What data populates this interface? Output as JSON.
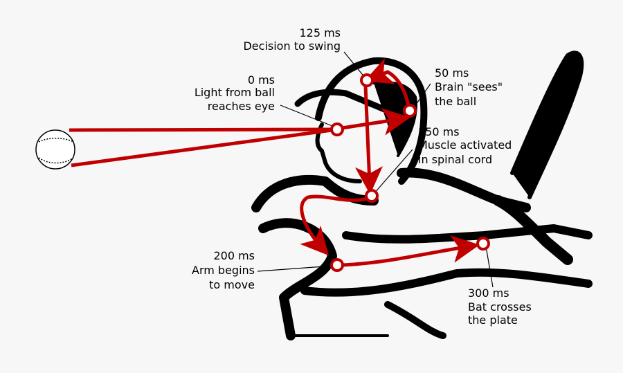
{
  "colors": {
    "background": "#f7f7f7",
    "signal_path": "#c00000",
    "silhouette": "#000000"
  },
  "labels": {
    "eye": {
      "time": "0 ms",
      "line1": "Light from ball",
      "line2": "reaches eye"
    },
    "brain": {
      "time": "50 ms",
      "line1": "Brain \"sees\"",
      "line2": "the ball"
    },
    "decision": {
      "time": "125 ms",
      "line1": "Decision to swing"
    },
    "spinal": {
      "time": "150 ms",
      "line1": "Muscle activated",
      "line2": "in spinal cord"
    },
    "arm": {
      "time": "200 ms",
      "line1": "Arm begins",
      "line2": "to move"
    },
    "bat": {
      "time": "300 ms",
      "line1": "Bat crosses",
      "line2": "the plate"
    }
  }
}
